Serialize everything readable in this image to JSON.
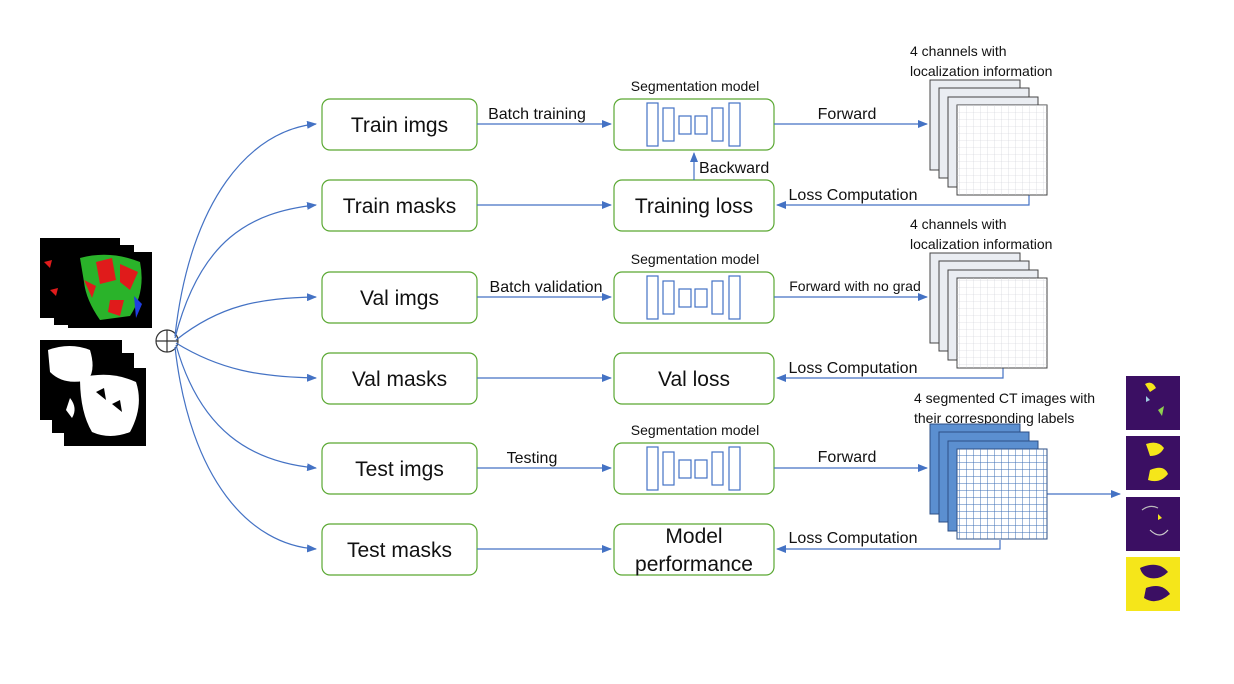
{
  "inputs": {
    "train_imgs": "Train imgs",
    "train_masks": "Train masks",
    "val_imgs": "Val imgs",
    "val_masks": "Val masks",
    "test_imgs": "Test imgs",
    "test_masks": "Test masks"
  },
  "models": {
    "seg_label_1": "Segmentation model",
    "seg_label_2": "Segmentation model",
    "seg_label_3": "Segmentation model"
  },
  "losses": {
    "training_loss": "Training loss",
    "val_loss": "Val loss",
    "model_performance_line1": "Model",
    "model_performance_line2": "performance"
  },
  "edges": {
    "batch_training": "Batch training",
    "batch_validation": "Batch validation",
    "testing": "Testing",
    "forward_1": "Forward",
    "forward_no_grad": "Forward with no grad",
    "forward_3": "Forward",
    "backward": "Backward",
    "loss_computation_1": "Loss Computation",
    "loss_computation_2": "Loss Computation",
    "loss_computation_3": "Loss Computation"
  },
  "outputs": {
    "train_line1": "4 channels with",
    "train_line2": "localization information",
    "val_line1": "4 channels with",
    "val_line2": "localization information",
    "test_line1": "4 segmented CT images with",
    "test_line2": "their corresponding labels"
  },
  "colors": {
    "box_border": "#5aa832",
    "arrow": "#4472c4",
    "test_stack": "#5b8fd0",
    "seg_purple": "#3b0f63",
    "seg_yellow": "#f5e61a"
  }
}
